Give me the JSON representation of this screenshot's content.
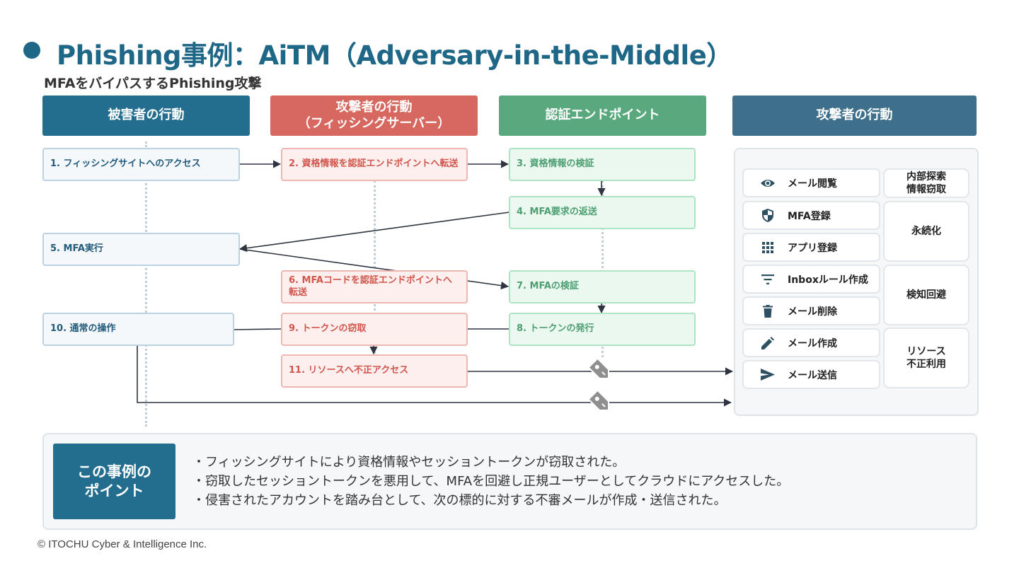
{
  "title": "Phishing事例：AiTM（Adversary-in-the-Middle）",
  "subtitle": "MFAをバイパスするPhishing攻撃",
  "columns": {
    "victim": "被害者の行動",
    "attacker_server": "攻撃者の行動\n（フィッシングサーバー）",
    "auth_endpoint": "認証エンドポイント",
    "attacker_actions": "攻撃者の行動"
  },
  "steps": {
    "s1": "1. フィッシングサイトへのアクセス",
    "s2": "2. 資格情報を認証エンドポイントへ転送",
    "s3": "3. 資格情報の検証",
    "s4": "4. MFA要求の返送",
    "s5": "5. MFA実行",
    "s6": "6. MFAコードを認証エンドポイントへ転送",
    "s7": "7. MFAの検証",
    "s8": "8. トークンの発行",
    "s9": "9. トークンの窃取",
    "s10": "10. 通常の操作",
    "s11": "11. リソースへ不正アクセス"
  },
  "actions": [
    {
      "label": "メール閲覧",
      "icon": "eye-icon"
    },
    {
      "label": "MFA登録",
      "icon": "shield-icon"
    },
    {
      "label": "アプリ登録",
      "icon": "grid-icon"
    },
    {
      "label": "Inboxルール作成",
      "icon": "filter-icon"
    },
    {
      "label": "メール削除",
      "icon": "trash-icon"
    },
    {
      "label": "メール作成",
      "icon": "pencil-icon"
    },
    {
      "label": "メール送信",
      "icon": "send-icon"
    }
  ],
  "categories": {
    "c1": "内部探索\n情報窃取",
    "c2": "永続化",
    "c3": "検知回避",
    "c4": "リソース\n不正利用"
  },
  "key_points": {
    "heading": "この事例の\nポイント",
    "items": [
      "・フィッシングサイトにより資格情報やセッショントークンが窃取された。",
      "・窃取したセッショントークンを悪用して、MFAを回避し正規ユーザーとしてクラウドにアクセスした。",
      "・侵害されたアカウントを踏み台として、次の標的に対する不審メールが作成・送信された。"
    ]
  },
  "copyright": "© ITOCHU Cyber & Intelligence Inc.",
  "colors": {
    "primary": "#1f6787",
    "attacker_red": "#d6685f",
    "auth_green": "#5aa97e",
    "actions_header": "#3e6f8b"
  }
}
